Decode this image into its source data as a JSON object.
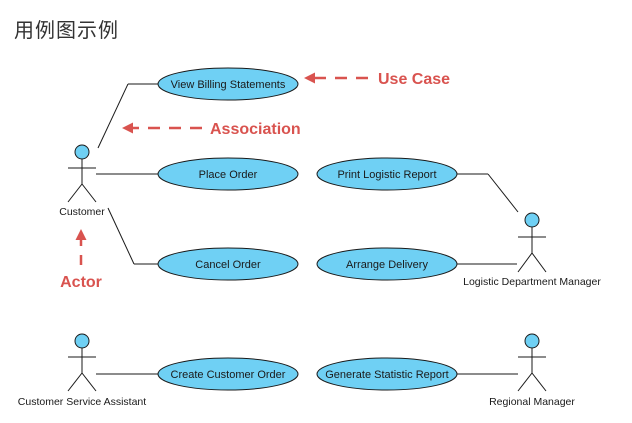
{
  "page_title": "用例图示例",
  "colors": {
    "usecase_fill": "#6fd0f4",
    "stroke": "#1a1a1a",
    "annotation": "#d9534f"
  },
  "use_cases": {
    "view_billing": "View Billing Statements",
    "place_order": "Place Order",
    "cancel_order": "Cancel Order",
    "print_logistic": "Print Logistic Report",
    "arrange_delivery": "Arrange Delivery",
    "create_customer_order": "Create Customer Order",
    "generate_statistic": "Generate Statistic Report"
  },
  "actors": {
    "customer": "Customer",
    "logistic_manager": "Logistic Department Manager",
    "cs_assistant": "Customer Service Assistant",
    "regional_manager": "Regional Manager"
  },
  "annotations": {
    "use_case": "Use Case",
    "association": "Association",
    "actor": "Actor"
  }
}
